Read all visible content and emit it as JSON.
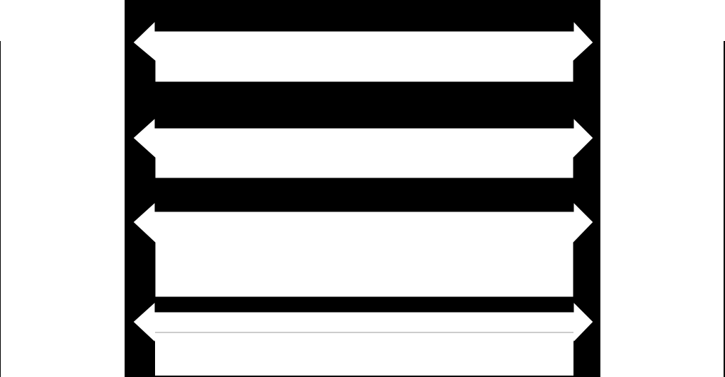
{
  "diagram": {
    "colors": {
      "background": "#ffffff",
      "panel": "#000000",
      "arrow_fill": "#ffffff",
      "arrow_outline": "#000000",
      "inner_rule": "#999999"
    },
    "arrows": [
      {
        "name": "arrow-1",
        "direction": "bidirectional"
      },
      {
        "name": "arrow-2",
        "direction": "bidirectional"
      },
      {
        "name": "arrow-3",
        "direction": "bidirectional"
      },
      {
        "name": "arrow-4",
        "direction": "bidirectional"
      }
    ]
  }
}
